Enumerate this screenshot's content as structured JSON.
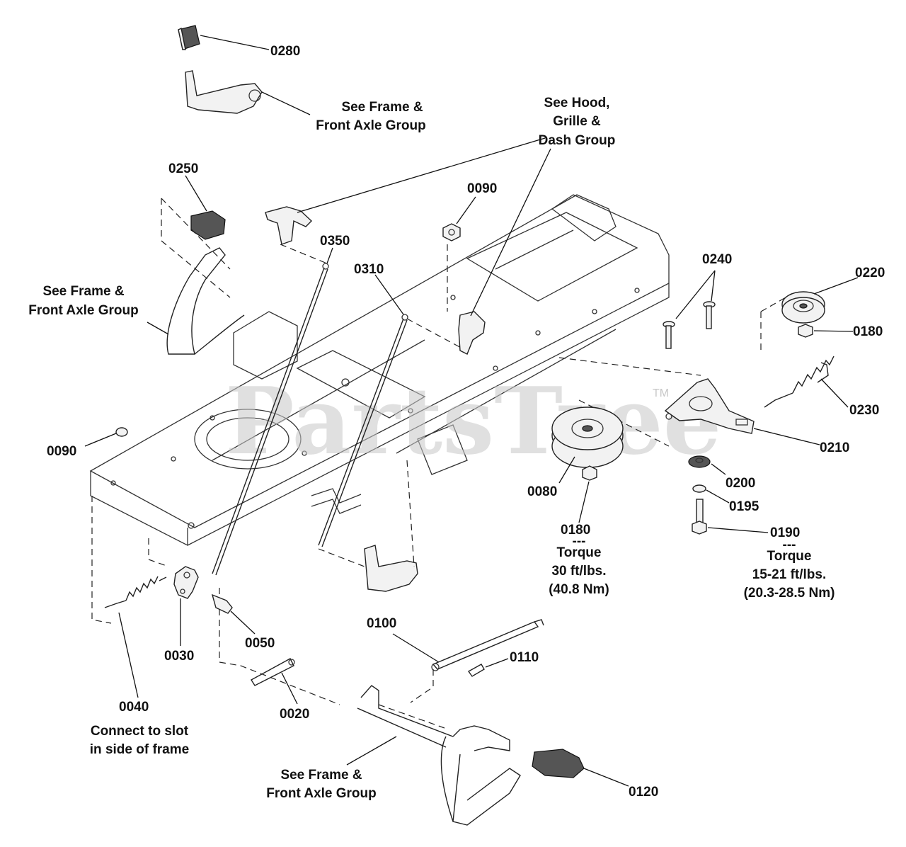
{
  "watermark": {
    "text": "PartsTree",
    "tm": "TM"
  },
  "parts": {
    "p0280": "0280",
    "p0250": "0250",
    "p0350": "0350",
    "p0310": "0310",
    "p0090_top": "0090",
    "p0090_left": "0090",
    "p0240": "0240",
    "p0220": "0220",
    "p0180_right": "0180",
    "p0230": "0230",
    "p0210": "0210",
    "p0200": "0200",
    "p0195": "0195",
    "p0190": "0190",
    "p0080": "0080",
    "p0180_bottom": "0180",
    "p0100": "0100",
    "p0110": "0110",
    "p0030": "0030",
    "p0050": "0050",
    "p0040": "0040",
    "p0020": "0020",
    "p0120": "0120"
  },
  "references": {
    "frame_axle_top": {
      "line1": "See Frame &",
      "line2": "Front Axle Group"
    },
    "hood_grille_dash": {
      "line1": "See Hood,",
      "line2": "Grille &",
      "line3": "Dash  Group"
    },
    "frame_axle_left": {
      "line1": "See Frame &",
      "line2": "Front Axle Group"
    },
    "frame_axle_bottom": {
      "line1": "See Frame &",
      "line2": "Front Axle Group"
    }
  },
  "notes": {
    "torque_0180": {
      "part": "0180",
      "sep": "---",
      "label": "Torque",
      "value": "30 ft/lbs.",
      "metric": "(40.8 Nm)"
    },
    "torque_0190": {
      "sep": "---",
      "label": "Torque",
      "value": "15-21 ft/lbs.",
      "metric": "(20.3-28.5 Nm)"
    },
    "connect_0040": {
      "line1": "Connect to slot",
      "line2": "in side of frame"
    }
  }
}
